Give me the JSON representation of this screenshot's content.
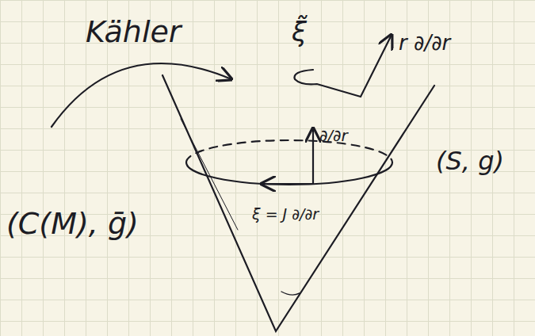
{
  "diagram": {
    "labels": [
      "Kähler",
      "ξ̃",
      "r ∂/∂r",
      "∂/∂r",
      "ξ = J ∂/∂r",
      "(S, g)",
      "(C(M), ḡ)"
    ]
  }
}
